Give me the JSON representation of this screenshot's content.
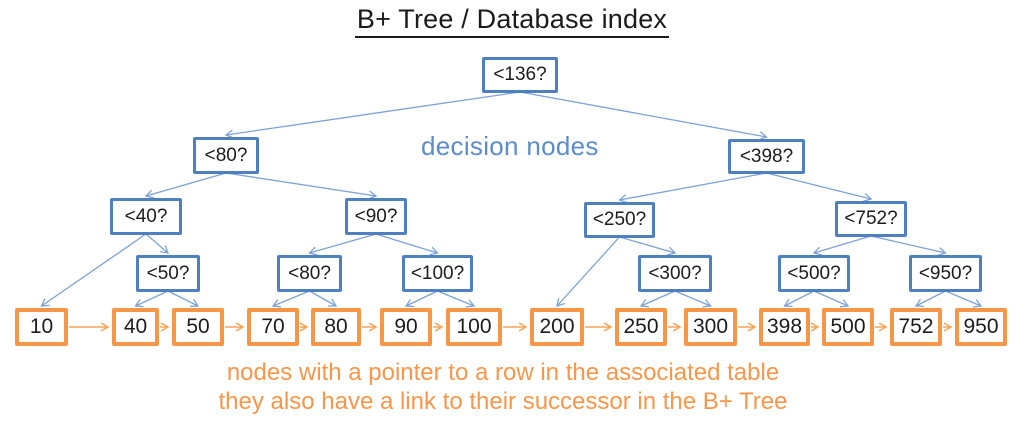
{
  "diagram": {
    "title": "B+ Tree / Database index",
    "decision_label": "decision nodes",
    "leaf_note_line1": "nodes with a pointer to a row in the associated table",
    "leaf_note_line2": "they also have a link to their successor in the B+ Tree"
  },
  "colors": {
    "decision_border": "#4e80bf",
    "decision_edge_line": "#7da2d4",
    "decision_label_text": "#5c8dca",
    "leaf_border": "#f79646",
    "leaf_edge_line": "#f9a357",
    "leaf_note_text": "#f8964a",
    "title_text": "#1b1b1b"
  },
  "decision_nodes": [
    {
      "id": "d136",
      "label": "<136?"
    },
    {
      "id": "d80a",
      "label": "<80?"
    },
    {
      "id": "d398",
      "label": "<398?"
    },
    {
      "id": "d40",
      "label": "<40?"
    },
    {
      "id": "d90",
      "label": "<90?"
    },
    {
      "id": "d250",
      "label": "<250?"
    },
    {
      "id": "d752",
      "label": "<752?"
    },
    {
      "id": "d50",
      "label": "<50?"
    },
    {
      "id": "d80b",
      "label": "<80?"
    },
    {
      "id": "d100",
      "label": "<100?"
    },
    {
      "id": "d300",
      "label": "<300?"
    },
    {
      "id": "d500",
      "label": "<500?"
    },
    {
      "id": "d950",
      "label": "<950?"
    }
  ],
  "leaf_nodes": [
    {
      "id": "l10",
      "label": "10"
    },
    {
      "id": "l40",
      "label": "40"
    },
    {
      "id": "l50",
      "label": "50"
    },
    {
      "id": "l70",
      "label": "70"
    },
    {
      "id": "l80",
      "label": "80"
    },
    {
      "id": "l90",
      "label": "90"
    },
    {
      "id": "l100",
      "label": "100"
    },
    {
      "id": "l200",
      "label": "200"
    },
    {
      "id": "l250",
      "label": "250"
    },
    {
      "id": "l300",
      "label": "300"
    },
    {
      "id": "l398",
      "label": "398"
    },
    {
      "id": "l500",
      "label": "500"
    },
    {
      "id": "l752",
      "label": "752"
    },
    {
      "id": "l950",
      "label": "950"
    }
  ],
  "edges": {
    "tree": [
      {
        "from": "d136",
        "to": "d80a"
      },
      {
        "from": "d136",
        "to": "d398"
      },
      {
        "from": "d80a",
        "to": "d40"
      },
      {
        "from": "d80a",
        "to": "d90"
      },
      {
        "from": "d398",
        "to": "d250"
      },
      {
        "from": "d398",
        "to": "d752"
      },
      {
        "from": "d40",
        "to": "l10"
      },
      {
        "from": "d40",
        "to": "d50"
      },
      {
        "from": "d90",
        "to": "d80b"
      },
      {
        "from": "d90",
        "to": "d100"
      },
      {
        "from": "d250",
        "to": "l200"
      },
      {
        "from": "d250",
        "to": "d300"
      },
      {
        "from": "d752",
        "to": "d500"
      },
      {
        "from": "d752",
        "to": "d950"
      },
      {
        "from": "d50",
        "to": "l40"
      },
      {
        "from": "d50",
        "to": "l50"
      },
      {
        "from": "d80b",
        "to": "l70"
      },
      {
        "from": "d80b",
        "to": "l80"
      },
      {
        "from": "d100",
        "to": "l90"
      },
      {
        "from": "d100",
        "to": "l100"
      },
      {
        "from": "d300",
        "to": "l250"
      },
      {
        "from": "d300",
        "to": "l300"
      },
      {
        "from": "d500",
        "to": "l398"
      },
      {
        "from": "d500",
        "to": "l500"
      },
      {
        "from": "d950",
        "to": "l752"
      },
      {
        "from": "d950",
        "to": "l950"
      }
    ],
    "chain": [
      "l10",
      "l40",
      "l50",
      "l70",
      "l80",
      "l90",
      "l100",
      "l200",
      "l250",
      "l300",
      "l398",
      "l500",
      "l752",
      "l950"
    ]
  }
}
